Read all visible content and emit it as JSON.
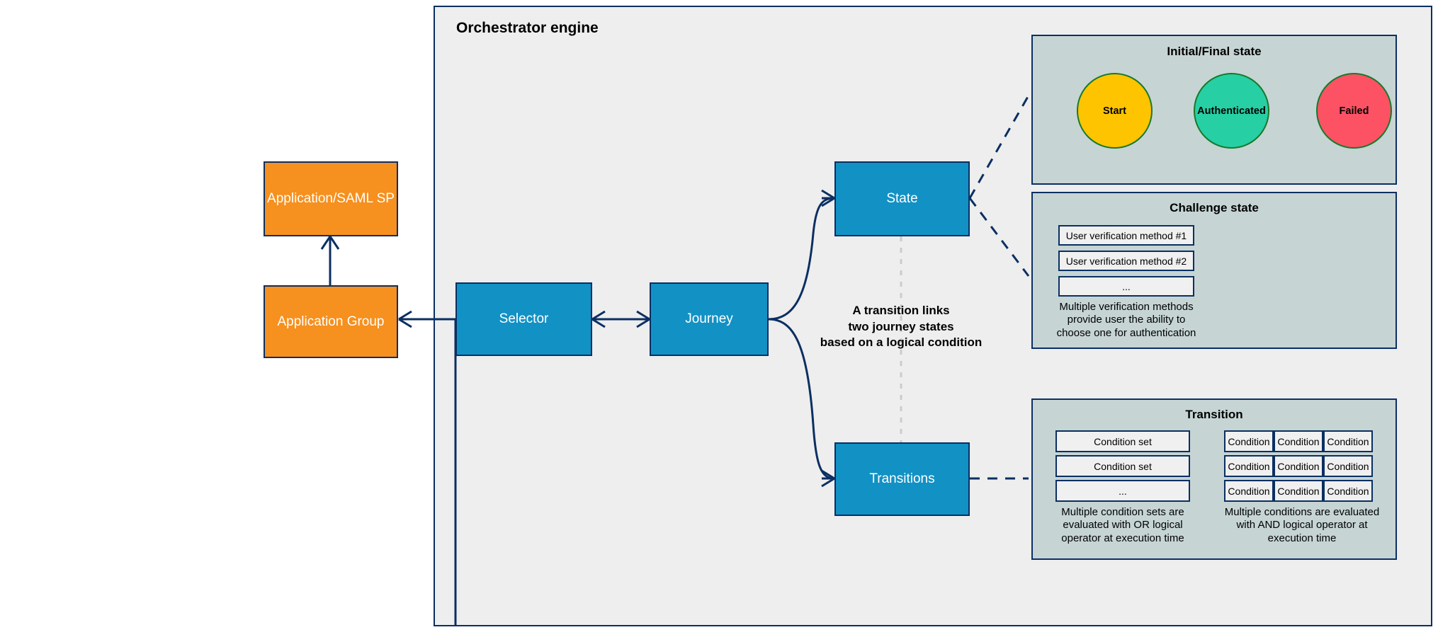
{
  "diagram": {
    "engine_title": "Orchestrator engine",
    "center_note_lines": [
      "A transition links",
      "two journey states",
      "based on a logical condition"
    ]
  },
  "entities": {
    "application_saml_sp": "Application/SAML SP",
    "application_group": "Application Group",
    "selector": "Selector",
    "journey": "Journey",
    "state": "State",
    "transitions": "Transitions"
  },
  "panels": {
    "initial_final": {
      "title": "Initial/Final state",
      "circles": [
        {
          "label": "Start",
          "color": "#ffc400"
        },
        {
          "label": "Authenticated",
          "color": "#27cfa4"
        },
        {
          "label": "Failed",
          "color": "#fc5264"
        }
      ]
    },
    "challenge": {
      "title": "Challenge state",
      "items": [
        "User verification method #1",
        "User verification method #2",
        "..."
      ],
      "note_lines": [
        "Multiple verification methods",
        "provide user the ability to",
        "choose one for authentication"
      ]
    },
    "transition": {
      "title": "Transition",
      "condition_sets": [
        "Condition set",
        "Condition set",
        "..."
      ],
      "conditions_grid": [
        [
          "Condition",
          "Condition",
          "Condition"
        ],
        [
          "Condition",
          "Condition",
          "Condition"
        ],
        [
          "Condition",
          "Condition",
          "Condition"
        ]
      ],
      "left_note_lines": [
        "Multiple condition sets are",
        "evaluated with OR logical",
        "operator at execution time"
      ],
      "right_note_lines": [
        "Multiple conditions are evaluated",
        "with AND logical operator at",
        "execution time"
      ]
    }
  },
  "colors": {
    "stroke": "#0b2f62",
    "orange": "#f6901e",
    "blue": "#1291c4",
    "panel_bg": "#c6d4d4",
    "engine_bg": "#eeeeee",
    "circle_border": "#17792b",
    "dashed_gray": "#cccccc"
  }
}
